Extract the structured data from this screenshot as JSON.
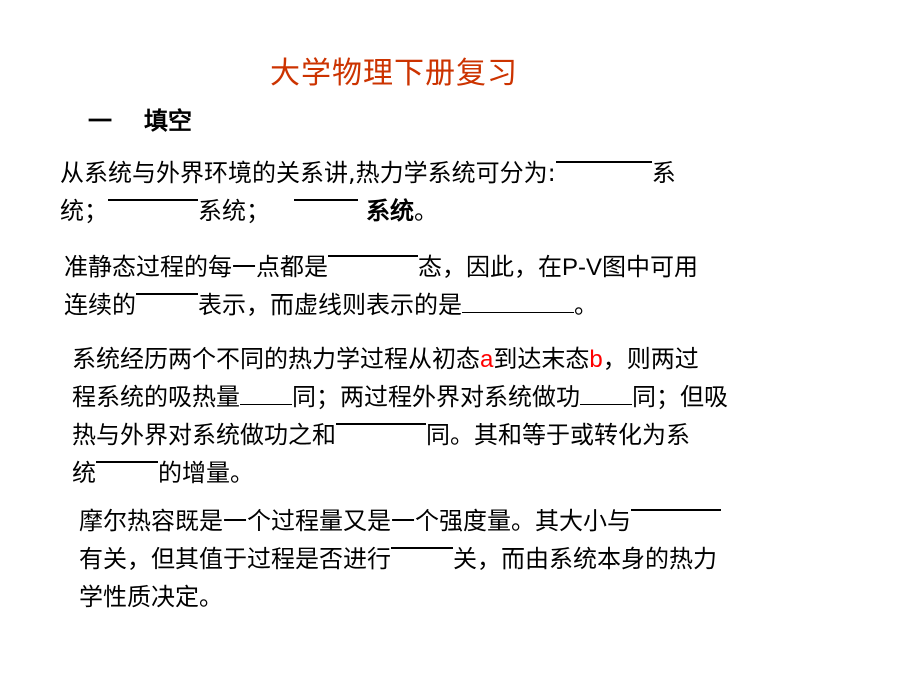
{
  "slide": {
    "title": "大学物理下册复习",
    "title_color": "#cc3300",
    "section": {
      "number": "一",
      "label": "填空"
    }
  },
  "questions": [
    {
      "id": 1,
      "lines": [
        [
          "从系统与外界环境的关系讲,热力学系统可分为:",
          "———",
          "系"
        ],
        [
          "统；",
          "———",
          "系统；",
          "——",
          "系统",
          "。"
        ]
      ]
    },
    {
      "id": 2,
      "lines": [
        [
          "准静态过程的每一点都是",
          "———",
          "态，因此，在",
          "P-V",
          "图中可用"
        ],
        [
          "连续的",
          "——",
          "表示，而虚线则表示的是",
          "________",
          "。"
        ]
      ]
    },
    {
      "id": 3,
      "lines": [
        [
          "系统经历两个不同的热力学过程从初态",
          "a",
          "到达末态",
          "b",
          "，则两过"
        ],
        [
          "程系统的吸热量",
          "___",
          "同；两过程外界对系统做功",
          "___",
          "同；但吸"
        ],
        [
          "热与外界对系统做功之和",
          "———",
          "同。其和等于或转化为系"
        ],
        [
          "统",
          "——",
          "的增量。"
        ]
      ]
    },
    {
      "id": 4,
      "lines": [
        [
          "摩尔热容既是一个过程量又是一个强度量。其大小与",
          "———"
        ],
        [
          "有关，但其值于过程是否进行",
          "——",
          "关，而由系统本身的热力"
        ],
        [
          "学性质决定。"
        ]
      ]
    }
  ],
  "colors": {
    "text": "#000000",
    "highlight": "#ff0000",
    "background": "#ffffff"
  }
}
